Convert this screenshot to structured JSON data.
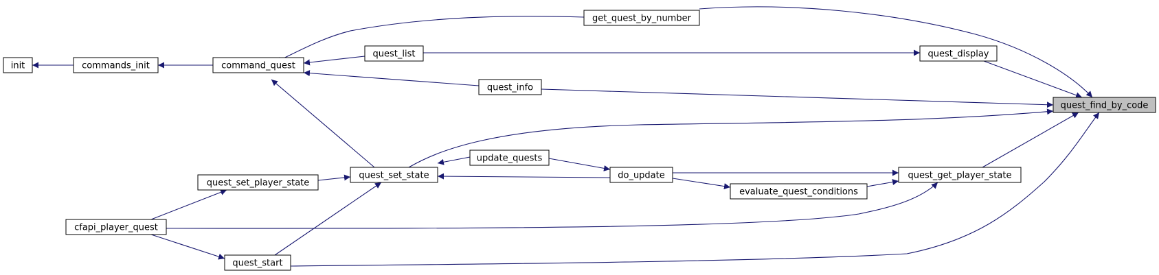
{
  "colors": {
    "edge": "#191970",
    "focus_fill": "#bfbfbf",
    "node_fill": "#ffffff",
    "node_stroke": "#000000"
  },
  "nodes": {
    "init": "init",
    "commands_init": "commands_init",
    "command_quest": "command_quest",
    "get_quest_by_number": "get_quest_by_number",
    "quest_list": "quest_list",
    "quest_info": "quest_info",
    "quest_display": "quest_display",
    "quest_find_by_code": "quest_find_by_code",
    "quest_set_state": "quest_set_state",
    "update_quests": "update_quests",
    "do_update": "do_update",
    "quest_set_player_state": "quest_set_player_state",
    "evaluate_quest_conditions": "evaluate_quest_conditions",
    "quest_get_player_state": "quest_get_player_state",
    "cfapi_player_quest": "cfapi_player_quest",
    "quest_start": "quest_start"
  },
  "edges": [
    [
      "init",
      "commands_init"
    ],
    [
      "commands_init",
      "command_quest"
    ],
    [
      "command_quest",
      "get_quest_by_number"
    ],
    [
      "command_quest",
      "quest_list"
    ],
    [
      "command_quest",
      "quest_info"
    ],
    [
      "command_quest",
      "quest_set_state"
    ],
    [
      "get_quest_by_number",
      "quest_find_by_code"
    ],
    [
      "quest_list",
      "quest_display"
    ],
    [
      "quest_display",
      "quest_find_by_code"
    ],
    [
      "quest_info",
      "quest_find_by_code"
    ],
    [
      "quest_set_state",
      "quest_find_by_code"
    ],
    [
      "quest_set_state",
      "update_quests"
    ],
    [
      "update_quests",
      "do_update"
    ],
    [
      "do_update",
      "quest_set_state"
    ],
    [
      "do_update",
      "quest_get_player_state"
    ],
    [
      "do_update",
      "evaluate_quest_conditions"
    ],
    [
      "evaluate_quest_conditions",
      "quest_get_player_state"
    ],
    [
      "quest_get_player_state",
      "quest_find_by_code"
    ],
    [
      "quest_set_player_state",
      "quest_set_state"
    ],
    [
      "cfapi_player_quest",
      "quest_set_player_state"
    ],
    [
      "cfapi_player_quest",
      "quest_get_player_state"
    ],
    [
      "cfapi_player_quest",
      "quest_start"
    ],
    [
      "quest_start",
      "quest_set_state"
    ],
    [
      "quest_start",
      "quest_find_by_code"
    ]
  ]
}
